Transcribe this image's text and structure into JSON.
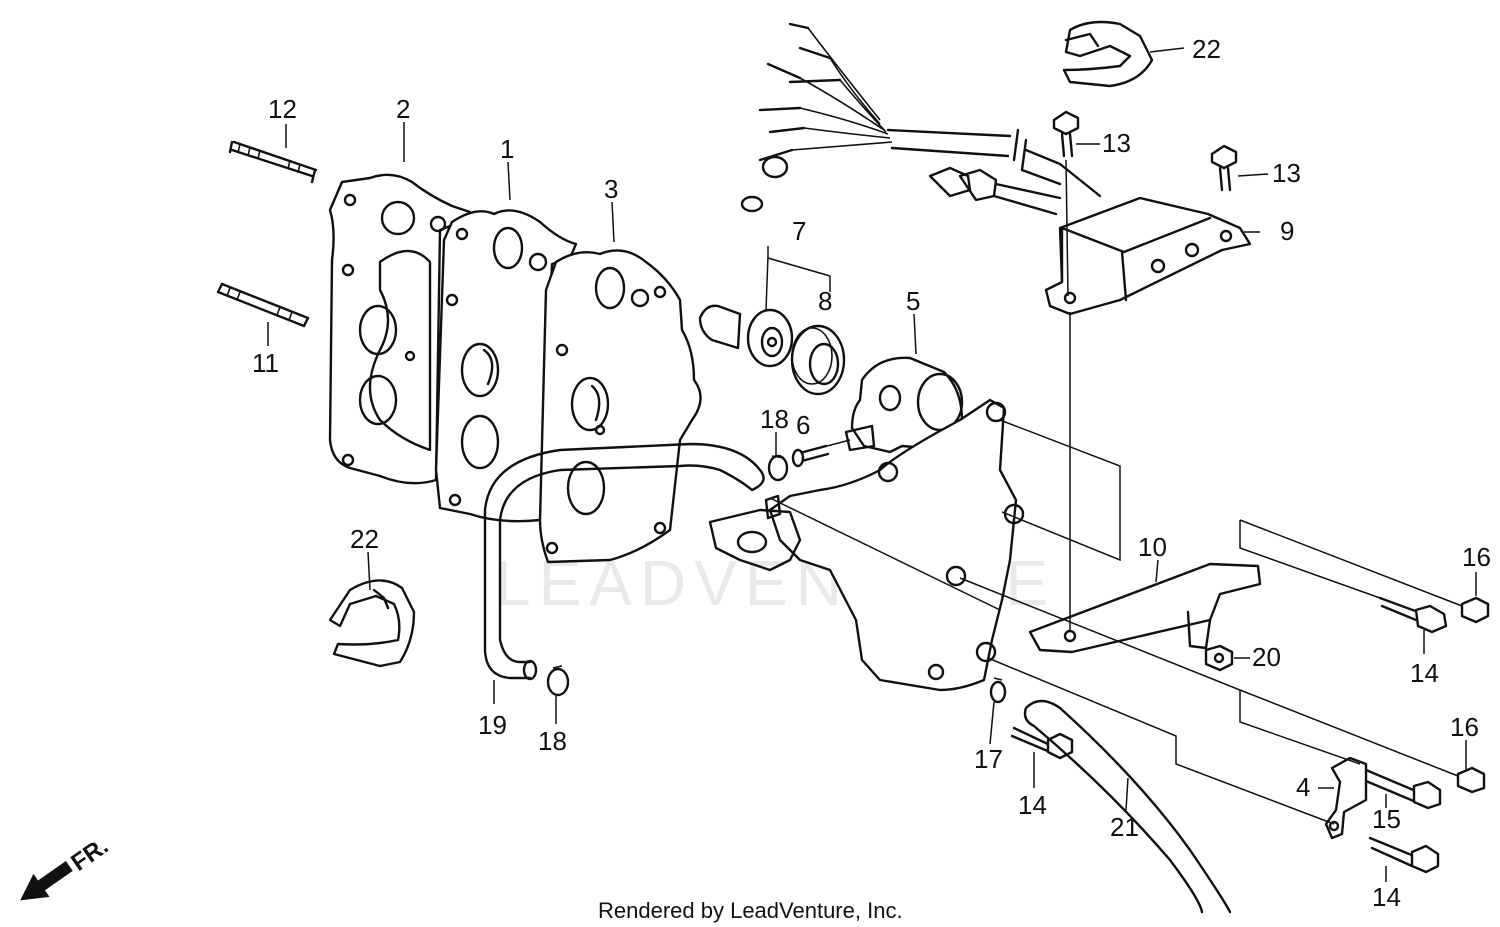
{
  "diagram": {
    "watermark": "LEADVENTURE",
    "credit": "Rendered by LeadVenture, Inc.",
    "direction_label": "FR.",
    "callouts": {
      "c1": "1",
      "c2": "2",
      "c3": "3",
      "c4": "4",
      "c5": "5",
      "c6": "6",
      "c7": "7",
      "c8": "8",
      "c9": "9",
      "c10": "10",
      "c11": "11",
      "c12": "12",
      "c13a": "13",
      "c13b": "13",
      "c14a": "14",
      "c14b": "14",
      "c14c": "14",
      "c15": "15",
      "c16a": "16",
      "c16b": "16",
      "c17": "17",
      "c18a": "18",
      "c18b": "18",
      "c19": "19",
      "c20": "20",
      "c21": "21",
      "c22a": "22",
      "c22b": "22"
    }
  }
}
